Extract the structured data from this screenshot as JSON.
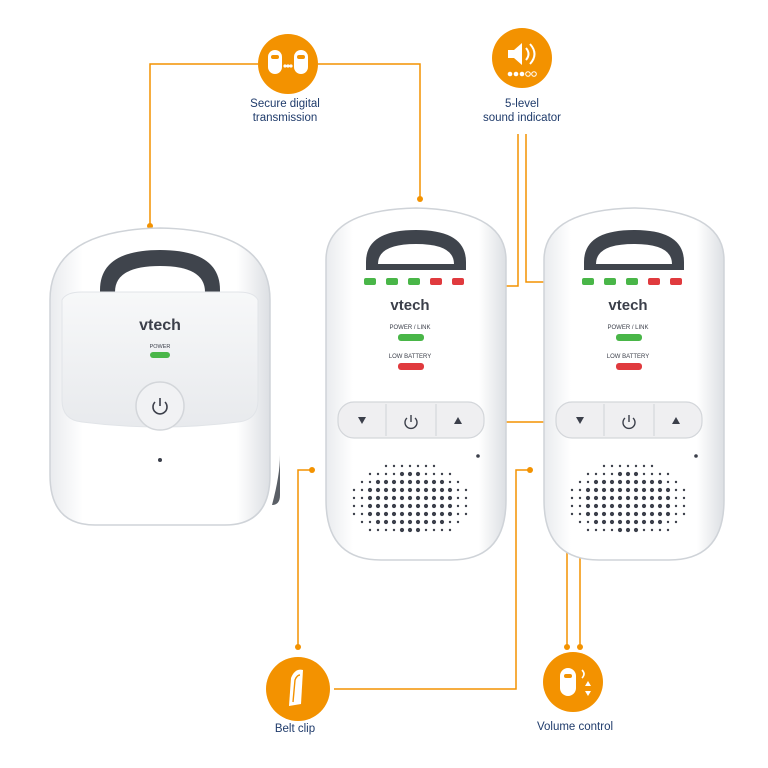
{
  "colors": {
    "accent": "#f39200",
    "label_text": "#1f3b6b",
    "led_green": "#49b648",
    "led_red": "#e03a3e",
    "device_white": "#ffffff",
    "handle_gray": "#3f444c"
  },
  "callouts": {
    "transmission": {
      "label": "Secure digital\ntransmission",
      "icon": "two-units-transmission-icon"
    },
    "sound": {
      "label": "5-level\nsound indicator",
      "icon": "speaker-level-icon"
    },
    "belt": {
      "label": "Belt clip",
      "icon": "belt-clip-icon"
    },
    "volume": {
      "label": "Volume control",
      "icon": "volume-control-icon"
    }
  },
  "baby_unit": {
    "brand": "vtech",
    "power_label": "POWER"
  },
  "parent_units": [
    {
      "brand": "vtech",
      "power_link_label": "POWER / LINK",
      "low_battery_label": "LOW BATTERY"
    },
    {
      "brand": "vtech",
      "power_link_label": "POWER / LINK",
      "low_battery_label": "LOW BATTERY"
    }
  ]
}
